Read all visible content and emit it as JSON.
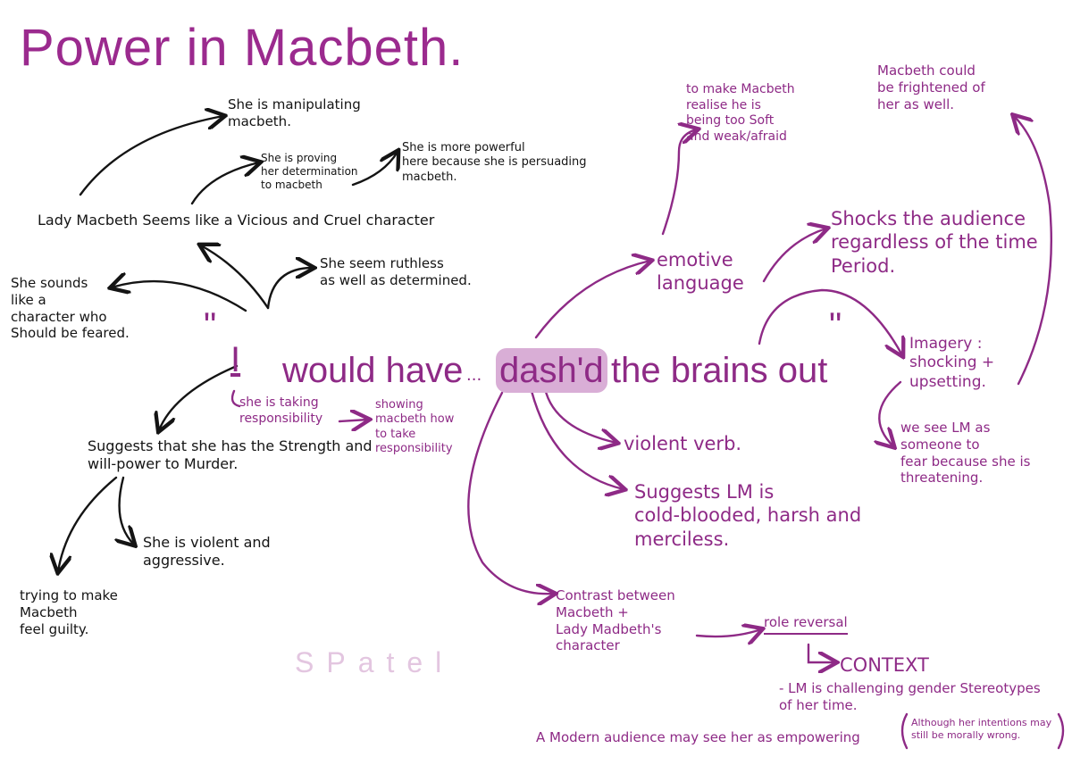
{
  "title": "Power in Macbeth.",
  "quote": {
    "open_mark": "\"",
    "close_mark": "\"",
    "word_i": "I",
    "part1": "would have",
    "ellipsis": "...",
    "highlight": "dash'd",
    "part2": "the brains out"
  },
  "left_notes": {
    "manipulating": "She is manipulating\nmacbeth.",
    "proving": "She is proving\nher determination\nto macbeth",
    "more_powerful": "She is more powerful\nhere because she is persuading\nmacbeth.",
    "vicious": "Lady Macbeth Seems like a Vicious and Cruel character",
    "ruthless": "She seem ruthless\nas well as determined.",
    "feared": "She sounds\nlike a\ncharacter who\nShould be feared.",
    "strength": "Suggests that she has the Strength and\nwill-power to Murder.",
    "violent": "She is violent and\naggressive.",
    "guilty": "trying to make\nMacbeth\nfeel guilty."
  },
  "right_notes": {
    "taking_resp": "she is taking\nresponsibility",
    "showing": "showing\nmacbeth how\nto take\nresponsibility",
    "realise": "to make Macbeth\nrealise he is\nbeing too Soft\nand weak/afraid",
    "frightened": "Macbeth could\nbe frightened of\nher as well.",
    "emotive": "emotive\nlanguage",
    "shocks": "Shocks the audience\nregardless of the time\nPeriod.",
    "imagery": "Imagery :\nshocking +\nupsetting.",
    "see_lm": "we see LM as\nsomeone to\nfear because she is\nthreatening.",
    "violent_verb": "violent verb.",
    "suggests_lm": "Suggests LM is\ncold-blooded, harsh and\nmerciless.",
    "contrast": "Contrast between\nMacbeth +\nLady Madbeth's\ncharacter",
    "role_reversal": "role reversal",
    "context": "CONTEXT",
    "stereotypes": "- LM is challenging gender Stereotypes\nof her time.",
    "modern": "A Modern audience may see her as empowering",
    "although": "Although her intentions may\nstill be morally wrong."
  },
  "watermark": "SPatel",
  "colors": {
    "purple": "#8e2a86",
    "black": "#141414",
    "highlight": "#d9aed6",
    "watermark": "#e3c6e0"
  }
}
